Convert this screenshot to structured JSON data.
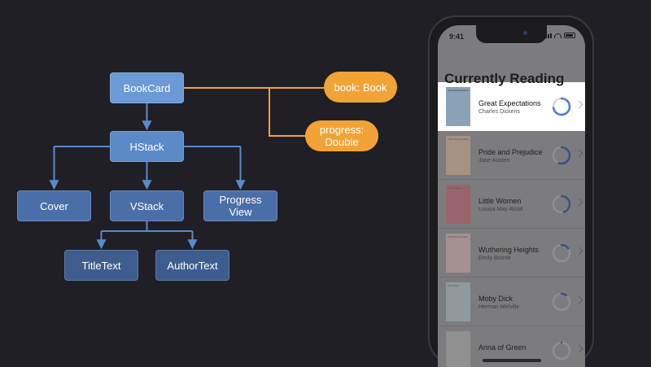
{
  "diagram": {
    "nodes": [
      {
        "id": "bookcard",
        "label": "BookCard"
      },
      {
        "id": "hstack",
        "label": "HStack"
      },
      {
        "id": "cover",
        "label": "Cover"
      },
      {
        "id": "vstack",
        "label": "VStack"
      },
      {
        "id": "progressview",
        "label": "Progress View",
        "lines": [
          "Progress",
          "View"
        ]
      },
      {
        "id": "titletext",
        "label": "TitleText"
      },
      {
        "id": "authortext",
        "label": "AuthorText"
      }
    ],
    "params": [
      {
        "id": "book",
        "label": "book: Book"
      },
      {
        "id": "progress",
        "label": "progress: Double",
        "lines": [
          "progress:",
          "Double"
        ]
      }
    ],
    "edges": [
      {
        "from": "bookcard",
        "to": "hstack"
      },
      {
        "from": "hstack",
        "to": "cover"
      },
      {
        "from": "hstack",
        "to": "vstack"
      },
      {
        "from": "hstack",
        "to": "progressview"
      },
      {
        "from": "vstack",
        "to": "titletext"
      },
      {
        "from": "vstack",
        "to": "authortext"
      }
    ],
    "param_links": [
      {
        "from": "bookcard",
        "to": "book"
      },
      {
        "from": "bookcard",
        "to": "progress"
      }
    ],
    "colors": {
      "node_blue": "#5b8ac9",
      "edge_blue": "#5b8ac9",
      "param_orange": "#f2a336",
      "background": "#1f1f25"
    }
  },
  "phone": {
    "status_time": "9:41",
    "screen_title": "Currently Reading",
    "books": [
      {
        "title": "Great Expectations",
        "author": "Charles Dickens",
        "cover_text": "Great Expectations",
        "cover_color": "#8aa2b6",
        "progress": 0.72,
        "highlighted": true
      },
      {
        "title": "Pride and Prejudice",
        "author": "Jane Austen",
        "cover_text": "Pride and Prejudice",
        "cover_color": "#c9a58c",
        "progress": 0.55,
        "highlighted": false
      },
      {
        "title": "Little Women",
        "author": "Louisa May Alcott",
        "cover_text": "Little Women",
        "cover_color": "#b2525a",
        "progress": 0.45,
        "highlighted": false
      },
      {
        "title": "Wuthering Heights",
        "author": "Emily Brontë",
        "cover_text": "Wuthering Heights",
        "cover_color": "#c8a2a4",
        "progress": 0.15,
        "highlighted": false
      },
      {
        "title": "Moby Dick",
        "author": "Herman Melville",
        "cover_text": "Moby Dick",
        "cover_color": "#9eb4b8",
        "progress": 0.1,
        "highlighted": false
      },
      {
        "title": "Anna of Green",
        "author": "",
        "cover_text": "",
        "cover_color": "#a0a0a0",
        "progress": 0.0,
        "highlighted": false
      }
    ],
    "colors": {
      "ring": "#4f79e6",
      "ring_track": "#d6d6db",
      "highlight_bg": "#ffffff",
      "dim_bg": "#7c7c7e"
    }
  }
}
